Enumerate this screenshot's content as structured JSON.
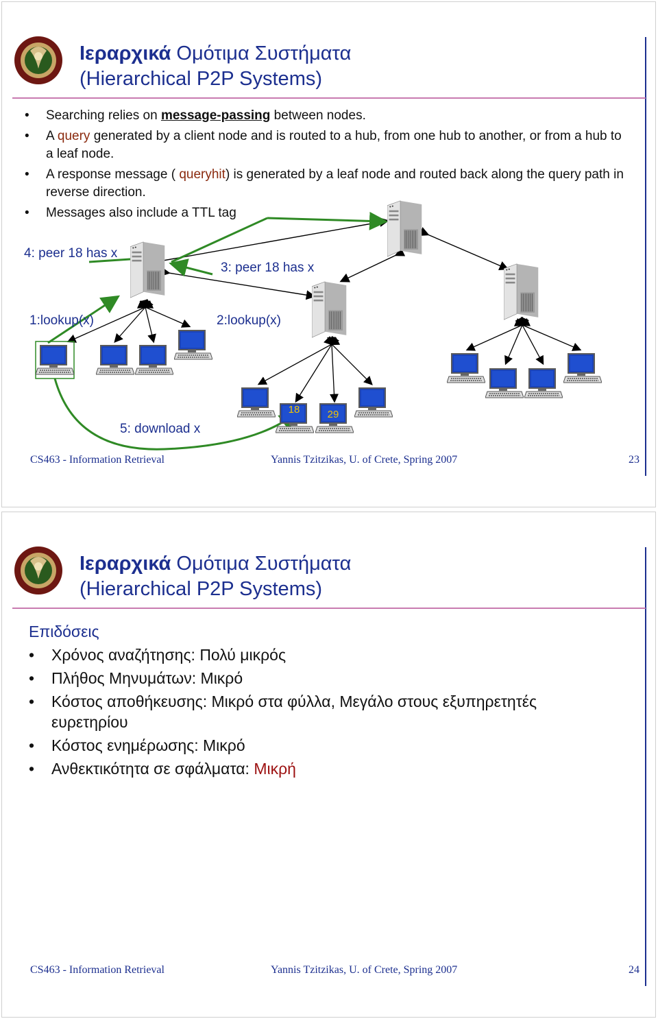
{
  "slide1": {
    "title_line1_bold": "Ιεραρχικά",
    "title_line1_rest": " Ομότιμα Συστήματα",
    "title_line2": "(Hierarchical P2P Systems)",
    "bullets": {
      "b1_pre": "Searching relies on ",
      "b1_ul": "message-passing",
      "b1_post": " between nodes.",
      "b2_pre": "A ",
      "b2_hl": "query",
      "b2_post": " generated by a client node and is routed to a hub, from one hub to another, or from a hub to a leaf node.",
      "b3_pre": "A response message ( ",
      "b3_hl": "queryhit",
      "b3_post": ") is generated by a leaf node and routed back along the query path in reverse direction.",
      "b4": "Messages also include a TTL tag"
    },
    "diagram_labels": {
      "step4": "4: peer 18 has x",
      "step3": "3: peer 18 has x",
      "step1": "1:lookup(x)",
      "step2": "2:lookup(x)",
      "step5": "5: download x",
      "peer_a": "18",
      "peer_b": "29"
    },
    "footer": {
      "course": "CS463 - Information Retrieval",
      "author": "Yannis Tzitzikas, U. of Crete, Spring  2007",
      "page": "23"
    }
  },
  "slide2": {
    "title_line1_bold": "Ιεραρχικά",
    "title_line1_rest": " Ομότιμα Συστήματα",
    "title_line2": "(Hierarchical P2P Systems)",
    "section": "Επιδόσεις",
    "items": {
      "i1": "Χρόνος αναζήτησης:   Πολύ μικρός",
      "i2": "Πλήθος Μηνυμάτων:   Μικρό",
      "i3": "Κόστος αποθήκευσης: Μικρό στα φύλλα, Μεγάλο στους εξυπηρετητές ευρετηρίου",
      "i4": "Κόστος ενημέρωσης:   Μικρό",
      "i5_pre": "Ανθεκτικότητα σε σφάλματα: ",
      "i5_red": "Μικρή"
    },
    "footer": {
      "course": "CS463 - Information Retrieval",
      "author": "Yannis Tzitzikas, U. of Crete, Spring  2007",
      "page": "24"
    }
  },
  "colors": {
    "title": "#1c2f8f",
    "highlight": "#8a2a0e",
    "arrow": "#2f8a25",
    "accent_red": "#9c1010"
  }
}
